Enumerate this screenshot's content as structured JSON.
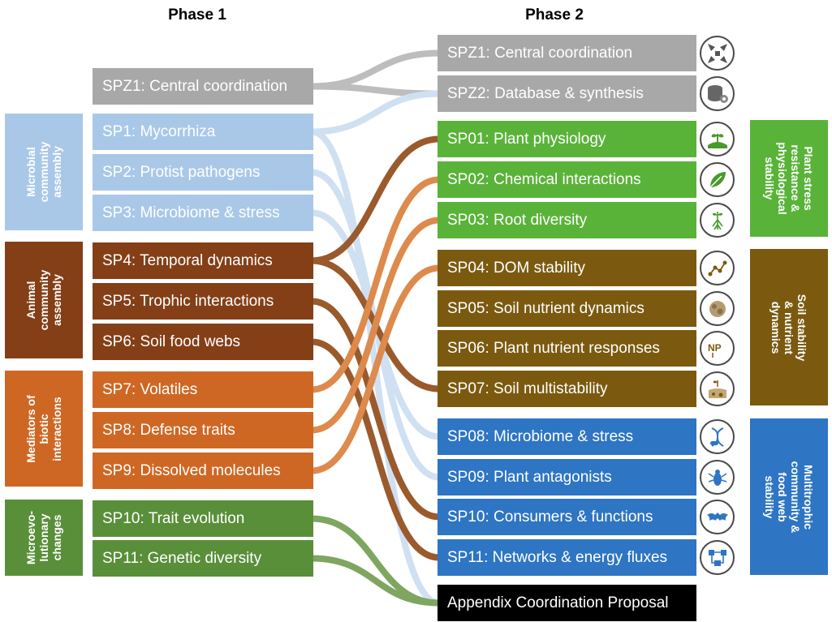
{
  "phase1": {
    "title": "Phase 1",
    "groups": [
      {
        "label": "Microbial community assembly",
        "color": "#a9c8e8"
      },
      {
        "label": "Animal community assembly",
        "color": "#843f17"
      },
      {
        "label": "Mediators of biotic interactions",
        "color": "#cf6724"
      },
      {
        "label": "Microevo- lutionary changes",
        "color": "#5a8f3a"
      }
    ],
    "projects": [
      {
        "label": "SPZ1: Central coordination",
        "color": "#a8a8a8"
      },
      {
        "label": "SP1: Mycorrhiza",
        "color": "#a9c8e8"
      },
      {
        "label": "SP2: Protist pathogens",
        "color": "#a9c8e8"
      },
      {
        "label": "SP3: Microbiome & stress",
        "color": "#a9c8e8"
      },
      {
        "label": "SP4: Temporal dynamics",
        "color": "#843f17"
      },
      {
        "label": "SP5: Trophic interactions",
        "color": "#843f17"
      },
      {
        "label": "SP6: Soil food webs",
        "color": "#843f17"
      },
      {
        "label": "SP7: Volatiles",
        "color": "#cf6724"
      },
      {
        "label": "SP8: Defense traits",
        "color": "#cf6724"
      },
      {
        "label": "SP9: Dissolved molecules",
        "color": "#cf6724"
      },
      {
        "label": "SP10: Trait evolution",
        "color": "#5a8f3a"
      },
      {
        "label": "SP11: Genetic diversity",
        "color": "#5a8f3a"
      }
    ]
  },
  "phase2": {
    "title": "Phase 2",
    "projects": [
      {
        "label": "SPZ1: Central coordination",
        "color": "#a8a8a8",
        "icon": "arrows-inward-icon"
      },
      {
        "label": "SPZ2: Database & synthesis",
        "color": "#a8a8a8",
        "icon": "database-gear-icon"
      },
      {
        "label": "SP01: Plant physiology",
        "color": "#5ab339",
        "icon": "seedling-field-icon"
      },
      {
        "label": "SP02: Chemical interactions",
        "color": "#5ab339",
        "icon": "leaf-icon"
      },
      {
        "label": "SP03: Root diversity",
        "color": "#5ab339",
        "icon": "root-seedling-icon"
      },
      {
        "label": "SP04: DOM stability",
        "color": "#7b5a10",
        "icon": "soil-molecule-icon"
      },
      {
        "label": "SP05: Soil nutrient dynamics",
        "color": "#7b5a10",
        "icon": "soil-clod-icon"
      },
      {
        "label": "SP06: Plant nutrient responses",
        "color": "#7b5a10",
        "icon": "np-sprout-icon"
      },
      {
        "label": "SP07: Soil multistability",
        "color": "#7b5a10",
        "icon": "soil-layers-icon"
      },
      {
        "label": "SP08: Microbiome & stress",
        "color": "#2e75c3",
        "icon": "dna-microbe-icon"
      },
      {
        "label": "SP09: Plant antagonists",
        "color": "#2e75c3",
        "icon": "insect-icon"
      },
      {
        "label": "SP10: Consumers & functions",
        "color": "#2e75c3",
        "icon": "bat-icon"
      },
      {
        "label": "SP11: Networks & energy fluxes",
        "color": "#2e75c3",
        "icon": "network-flow-icon"
      },
      {
        "label": "Appendix Coordination Proposal",
        "color": "#000000",
        "icon": ""
      }
    ],
    "groups": [
      {
        "label": "Plant stress resistance & physiological stability",
        "color": "#5ab339"
      },
      {
        "label": "Soil stability & nutrient dynamics",
        "color": "#7b5a10"
      },
      {
        "label": "Multitrophic community & food web stability",
        "color": "#2e75c3"
      }
    ]
  },
  "links": [
    {
      "from": 0,
      "to": 0,
      "color": "#bdbdbd"
    },
    {
      "from": 0,
      "to": 1,
      "color": "#bdbdbd"
    },
    {
      "from": 1,
      "to": 1,
      "color": "#cfe0f2"
    },
    {
      "from": 1,
      "to": 13,
      "color": "#cfe0f2"
    },
    {
      "from": 2,
      "to": 10,
      "color": "#cfe0f2"
    },
    {
      "from": 3,
      "to": 9,
      "color": "#cfe0f2"
    },
    {
      "from": 4,
      "to": 2,
      "color": "#9a5a2c"
    },
    {
      "from": 4,
      "to": 8,
      "color": "#9a5a2c"
    },
    {
      "from": 5,
      "to": 11,
      "color": "#9a5a2c"
    },
    {
      "from": 6,
      "to": 12,
      "color": "#9a5a2c"
    },
    {
      "from": 7,
      "to": 3,
      "color": "#dd8a4c"
    },
    {
      "from": 8,
      "to": 4,
      "color": "#dd8a4c"
    },
    {
      "from": 9,
      "to": 5,
      "color": "#dd8a4c"
    },
    {
      "from": 10,
      "to": 13,
      "color": "#7ea660"
    },
    {
      "from": 11,
      "to": 13,
      "color": "#7ea660"
    }
  ]
}
